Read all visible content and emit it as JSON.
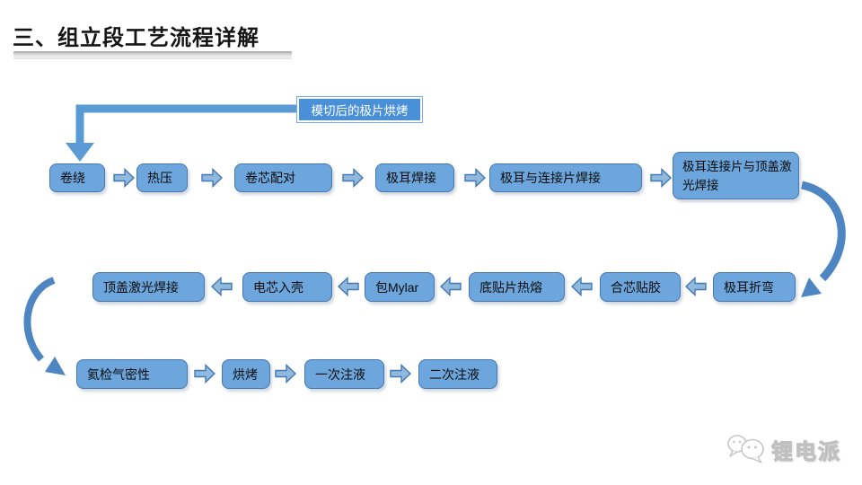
{
  "slide": {
    "title": "三、组立段工艺流程详解"
  },
  "colors": {
    "node_fill": "#6CA6DC",
    "node_border": "#4577B2",
    "start_box_fill": "#4A90D8",
    "block_arrow_fill": "#8FBADE",
    "connector_blue": "#5B9BD5",
    "curve_blue": "#4d86c3"
  },
  "flow": {
    "start": {
      "label": "模切后的极片烘烤"
    },
    "row1": [
      {
        "label": "卷绕"
      },
      {
        "label": "热压"
      },
      {
        "label": "卷芯配对"
      },
      {
        "label": "极耳焊接"
      },
      {
        "label": "极耳与连接片焊接"
      },
      {
        "label": "极耳连接片与顶盖激光焊接"
      }
    ],
    "row2": [
      {
        "label": "极耳折弯"
      },
      {
        "label": "合芯贴胶"
      },
      {
        "label": "底贴片热熔"
      },
      {
        "label": "包Mylar"
      },
      {
        "label": "电芯入壳"
      },
      {
        "label": "顶盖激光焊接"
      }
    ],
    "row3": [
      {
        "label": "氦检气密性"
      },
      {
        "label": "烘烤"
      },
      {
        "label": "一次注液"
      },
      {
        "label": "二次注液"
      }
    ]
  },
  "watermark": {
    "brand": "锂电派"
  }
}
